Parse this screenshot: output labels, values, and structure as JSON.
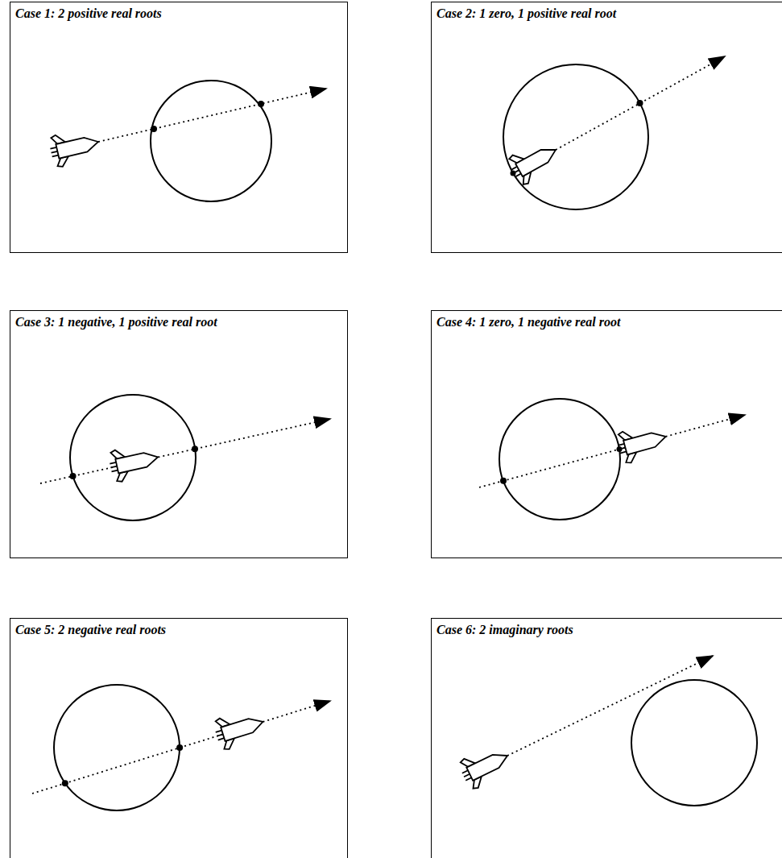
{
  "diagram": {
    "nodes": [
      {
        "text": [
          "Case 1: 2 positive real roots"
        ]
      },
      {
        "text": [
          "Case 2: 1 zero, 1 positive real root"
        ]
      },
      {
        "text": [
          "Case 3: 1 negative, 1 positive real root"
        ]
      },
      {
        "text": [
          "Case 4: 1 zero, 1 negative real root"
        ]
      },
      {
        "text": [
          "Case 5: 2 negative real roots"
        ]
      },
      {
        "text": [
          "Case 6: 2 imaginary roots"
        ]
      }
    ]
  }
}
